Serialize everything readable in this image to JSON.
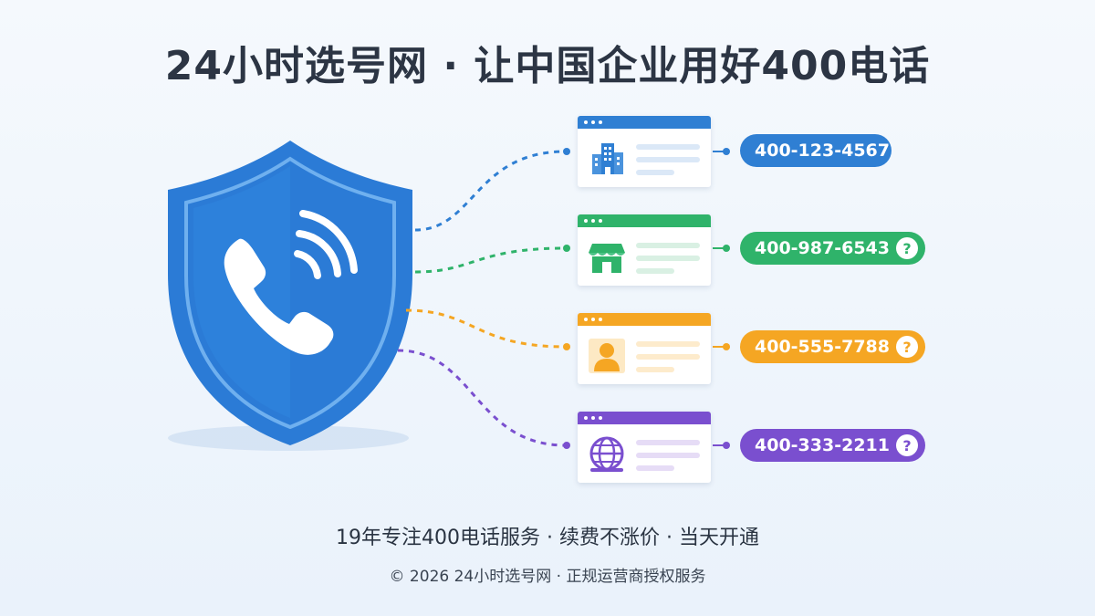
{
  "title": "24小时选号网 · 让中国企业用好400电话",
  "colors": {
    "blue": "#2f7fd3",
    "green": "#2fb36a",
    "orange": "#f5a623",
    "purple": "#7a4fcf",
    "shield": "#2b7bd6"
  },
  "shield": {
    "icon": "phone-icon"
  },
  "rows": [
    {
      "icon": "building-icon",
      "color": "#2f7fd3",
      "number": "400-123-4567",
      "badge": ""
    },
    {
      "icon": "shop-icon",
      "color": "#2fb36a",
      "number": "400-987-6543",
      "badge": "?"
    },
    {
      "icon": "person-icon",
      "color": "#f5a623",
      "number": "400-555-7788",
      "badge": "?"
    },
    {
      "icon": "globe-icon",
      "color": "#7a4fcf",
      "number": "400-333-2211",
      "badge": "?"
    }
  ],
  "footer": {
    "tagline": "19年专注400电话服务 · 续费不涨价 · 当天开通",
    "copyright": "© 2026 24小时选号网 · 正规运营商授权服务"
  }
}
